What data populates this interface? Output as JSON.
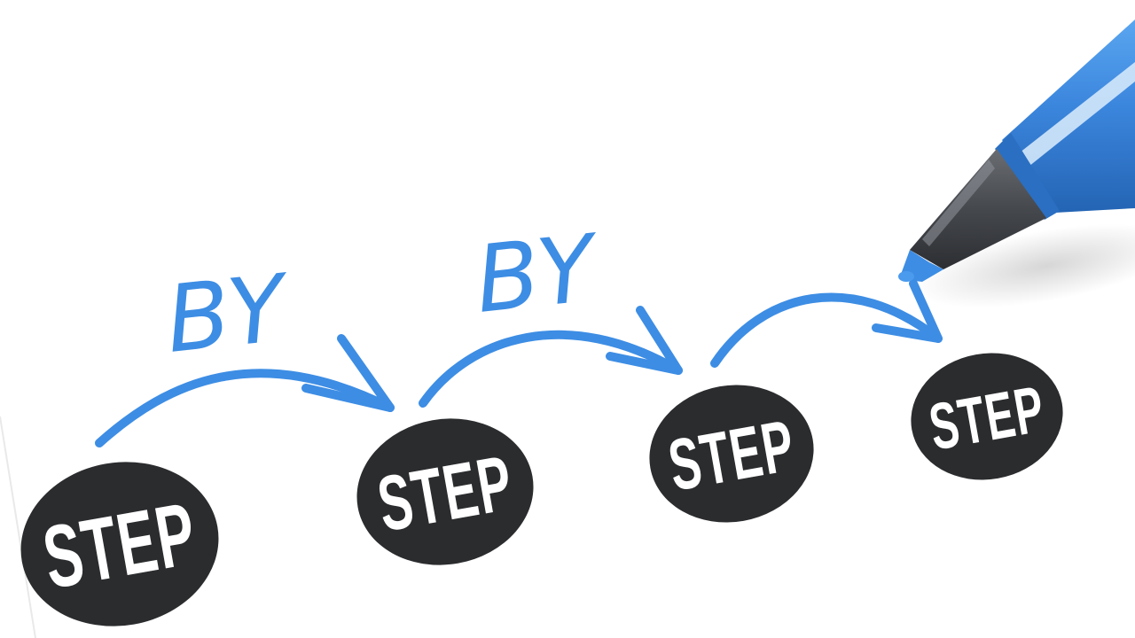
{
  "scene": {
    "steps": [
      {
        "label": "STEP"
      },
      {
        "label": "STEP"
      },
      {
        "label": "STEP"
      },
      {
        "label": "STEP"
      }
    ],
    "connectors": [
      {
        "label": "BY"
      },
      {
        "label": "BY"
      }
    ],
    "colors": {
      "badge": "#2b2c2e",
      "badge_text": "#ffffff",
      "ink": "#3d8de4",
      "pen_body": "#3b86dd",
      "pen_grip": "#4a4d52",
      "background": "#ffffff"
    },
    "icons": [
      "blue-marker-pen-icon",
      "curved-arrow-icon"
    ]
  }
}
